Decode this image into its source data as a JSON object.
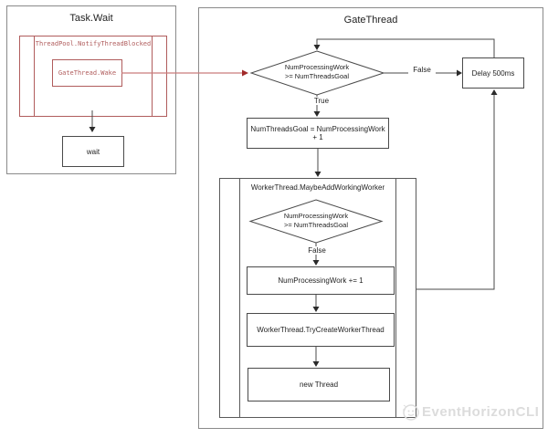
{
  "palette": {
    "container_border": "#8a8a8a",
    "box_border": "#4a4a4a",
    "flow_line": "#4a4a4a",
    "red_border": "#b05c5c",
    "red_text": "#b05c5c",
    "red_arrow_line": "#c97c7c",
    "red_arrow_head": "#a12a2a",
    "watermark_gray": "#dcdcdc"
  },
  "task_wait": {
    "title": "Task.Wait",
    "notify_label": "ThreadPool.NotifyThreadBlocked",
    "wake_label": "GateThread.Wake",
    "wait_label": "wait"
  },
  "gate_thread": {
    "title": "GateThread",
    "decision1_line1": "NumProcessingWork",
    "decision1_line2": ">= NumThreadsGoal",
    "true_label": "True",
    "false_label": "False",
    "delay_label": "Delay 500ms",
    "goal_label": "NumThreadsGoal = NumProcessingWork + 1",
    "maybe_add": {
      "title": "WorkerThread.MaybeAddWorkingWorker",
      "decision_line1": "NumProcessingWork",
      "decision_line2": ">= NumThreadsGoal",
      "false_label": "False",
      "increment_label": "NumProcessingWork += 1",
      "try_create_label": "WorkerThread.TryCreateWorkerThread",
      "new_thread_label": "new Thread"
    }
  },
  "watermark": {
    "text": "EventHorizonCLI"
  }
}
